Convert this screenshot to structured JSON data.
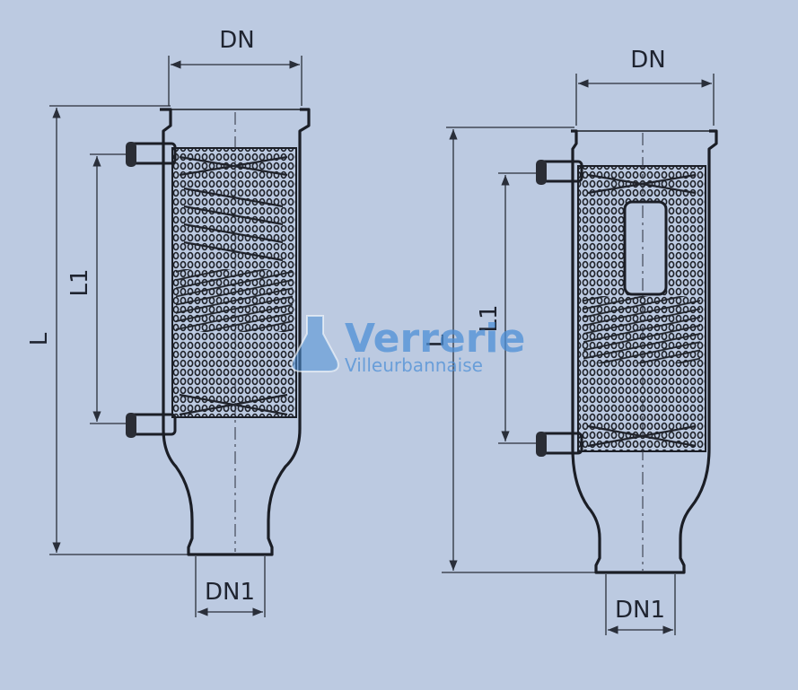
{
  "labels": {
    "left": {
      "dn": "DN",
      "dn1": "DN1",
      "l": "L",
      "l1": "L1"
    },
    "right": {
      "dn": "DN",
      "dn1": "DN1",
      "l": "L",
      "l1": "L1"
    }
  },
  "watermark": {
    "line1": "Verrerie",
    "line2": "Villeurbannaise",
    "color": "#4d8fd6"
  },
  "colors": {
    "background": "#bccae1",
    "ink": "#1b1e26"
  }
}
